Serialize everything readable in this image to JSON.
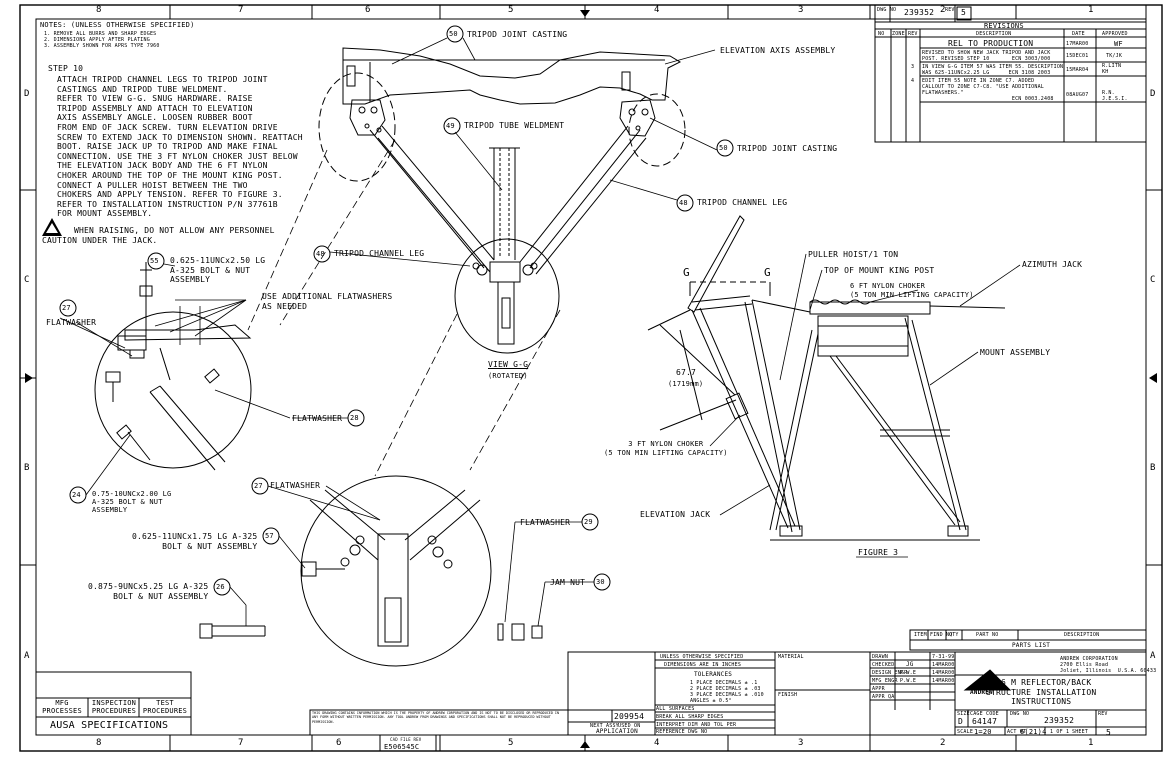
{
  "sheet": {
    "zone_cols_top": [
      "8",
      "7",
      "6",
      "5",
      "4",
      "3",
      "2",
      "1"
    ],
    "zone_rows_side": [
      "D",
      "C",
      "B",
      "A"
    ],
    "zone_cols_bottom": [
      "8",
      "7",
      "6",
      "5",
      "4",
      "3",
      "2",
      "1"
    ]
  },
  "notes": {
    "title": "NOTES: (UNLESS OTHERWISE SPECIFIED)",
    "lines": [
      "1. REMOVE ALL BURRS AND SHARP EDGES",
      "2. DIMENSIONS APPLY AFTER PLATING",
      "3. ASSEMBLY SHOWN FOR APRS TYPE 7960"
    ]
  },
  "step": {
    "heading": "STEP 10",
    "body": "ATTACH TRIPOD CHANNEL LEGS TO TRIPOD JOINT\nCASTINGS AND TRIPOD TUBE WELDMENT.\nREFER TO VIEW G-G. SNUG HARDWARE. RAISE\nTRIPOD ASSEMBLY AND ATTACH TO ELEVATION\nAXIS ASSEMBLY ANGLE. LOOSEN RUBBER BOOT\nFROM END OF JACK SCREW. TURN ELEVATION DRIVE\nSCREW TO EXTEND JACK TO DIMENSION SHOWN. REATTACH\nBOOT. RAISE JACK UP TO TRIPOD AND MAKE FINAL\nCONNECTION. USE THE 3 FT NYLON CHOKER JUST BELOW\nTHE ELEVATION JACK BODY AND THE 6 FT NYLON\nCHOKER AROUND THE TOP OF THE MOUNT KING POST.\nCONNECT A PULLER HOIST BETWEEN THE TWO\nCHOKERS AND APPLY TENSION. REFER TO FIGURE 3.\nREFER TO INSTALLATION INSTRUCTION P/N 37761B\nFOR MOUNT ASSEMBLY.",
    "warning": "WHEN RAISING, DO NOT ALLOW ANY PERSONNEL\nCAUTION UNDER THE JACK."
  },
  "callouts": {
    "tripod_joint_casting_top": {
      "num": "50",
      "label": "TRIPOD JOINT CASTING"
    },
    "elevation_axis": "ELEVATION AXIS ASSEMBLY",
    "tripod_tube": {
      "num": "49",
      "label": "TRIPOD TUBE WELDMENT"
    },
    "tripod_joint_casting_right": {
      "num": "50",
      "label": "TRIPOD JOINT CASTING"
    },
    "tripod_channel_right": {
      "num": "48",
      "label": "TRIPOD CHANNEL LEG"
    },
    "tripod_channel_left": {
      "num": "48",
      "label": "TRIPOD CHANNEL LEG"
    },
    "view": {
      "title": "VIEW G-G",
      "sub": "(ROTATED)"
    },
    "bolt55": {
      "num": "55",
      "label": "0.625-11UNCx2.50 LG\nA-325 BOLT & NUT\nASSEMBLY"
    },
    "flatwashers": "USE ADDITIONAL FLATWASHERS\nAS NEEDED",
    "flatwasher27a": {
      "num": "27",
      "label": "FLATWASHER"
    },
    "flatwasher28": {
      "num": "28",
      "label": "FLATWASHER"
    },
    "bolt24": {
      "num": "24",
      "label": "0.75-10UNCx2.00 LG\nA-325 BOLT & NUT\nASSEMBLY"
    },
    "flatwasher27b": {
      "num": "27",
      "label": "FLATWASHER"
    },
    "bolt57": {
      "num": "57",
      "label": "0.625-11UNCx1.75 LG A-325\nBOLT & NUT ASSEMBLY"
    },
    "bolt26": {
      "num": "26",
      "label": "0.875-9UNCx5.25 LG A-325\nBOLT & NUT ASSEMBLY"
    },
    "flatwasher29": {
      "num": "29",
      "label": "FLATWASHER"
    },
    "jamnut30": {
      "num": "30",
      "label": "JAM NUT"
    },
    "puller": "PULLER HOIST/1 TON",
    "kingpost": "TOP OF MOUNT KING POST",
    "azimuth": "AZIMUTH JACK",
    "choker6": "6 FT NYLON CHOKER\n(5 TON MIN LIFTING CAPACITY)",
    "mount": "MOUNT ASSEMBLY",
    "dim": {
      "value": "67.7",
      "metric": "(1719mm)"
    },
    "choker3": "3 FT NYLON CHOKER\n(5 TON MIN LIFTING CAPACITY)",
    "elevation_jack": "ELEVATION JACK",
    "figure": "FIGURE 3",
    "g1": "G",
    "g2": "G"
  },
  "revisions": {
    "dwg_no_label": "DWG NO",
    "dwg_no": "239352",
    "rev_label": "REV",
    "rev": "5",
    "title": "REVISIONS",
    "headers": [
      "NO",
      "ZONE",
      "REV",
      "DESCRIPTION",
      "DATE",
      "APPROVED"
    ],
    "rows": [
      {
        "rev": "",
        "desc": "REL TO PRODUCTION",
        "date": "17MAR00",
        "appr": "WF"
      },
      {
        "rev": "",
        "desc": "REVISED TO SHOW NEW JACK TRIPOD AND JACK\nPOST. REVISED STEP 10       ECN 3003/000",
        "date": "15DEC01",
        "appr": "TK/JK"
      },
      {
        "rev": "3",
        "desc": "IN VIEW G-G ITEM 57 WAS ITEM 55. DESCRIPTION\nWAS 625-11UNCx2.25 LG      ECN 3108 2003",
        "date": "15MAR04",
        "appr": "R.LITN\nKH"
      },
      {
        "rev": "4",
        "desc": "EDIT ITEM 55 NOTE IN ZONE C7. ADDED\nCALLOUT TO ZONE C7-C8. \"USE ADDITIONAL\nFLATWASHERS.\"\n                            ECN 0003.2408",
        "date": "08AUG07",
        "appr": "R.N.\nJ.E.S.I."
      }
    ]
  },
  "parts_list": {
    "title": "PARTS LIST",
    "cols": [
      "ITEM",
      "FIND NO",
      "QTY",
      "PART NO",
      "DESCRIPTION"
    ]
  },
  "title_block": {
    "company": "ANDREW CORPORATION",
    "address": "2700 Ellis Road\nJoliet, Illinois  U.S.A. 60433",
    "logo": "ANDREW",
    "title": "5.6 M REFLECTOR/BACK\nSTRUCTURE INSTALLATION\nINSTRUCTIONS",
    "size_label": "SIZE",
    "size": "D",
    "cage_label": "CAGE CODE",
    "cage": "64147",
    "dwg_label": "DWG NO",
    "dwg": "239352",
    "scale_label": "SCALE",
    "scale": "1=20",
    "weight_label": "ACT WT",
    "weight": "6(21)4",
    "sheet_label": "SHEET",
    "sheet": "1 OF 1",
    "rev_label": "REV",
    "rev": "5",
    "roles": [
      "DRAWN",
      "CHECKED",
      "DESIGN ENGR",
      "MFG ENGR",
      "APPR",
      "APPR QA"
    ],
    "names": [
      "",
      "JG",
      "P.W.E",
      "P.W.E",
      "",
      ""
    ],
    "dates": [
      "7-31-99",
      "14MAR00",
      "14MAR00",
      "14MAR00",
      "",
      ""
    ]
  },
  "tolerances": {
    "head1": "UNLESS OTHERWISE SPECIFIED",
    "head2": "DIMENSIONS ARE IN INCHES",
    "title": "TOLERANCES",
    "lines": "1 PLACE DECIMALS ± .1\n2 PLACE DECIMALS ± .03\n3 PLACE DECIMALS ± .010\nANGLES ± 0.5°",
    "material": "MATERIAL",
    "finish": "FINISH",
    "all_surfaces": "ALL SURFACES",
    "break": "BREAK ALL SHARP EDGES",
    "interp": "INTERPRET DIM AND TOL PER",
    "ref": "REFERENCE DWG NO"
  },
  "application": {
    "next_assy": "209954",
    "next_label": "NEXT ASSY",
    "used_on": "USED ON",
    "label": "APPLICATION"
  },
  "cad": {
    "label": "CAD FILE REV",
    "value": "E506545C"
  },
  "specs": {
    "mfg": "MFG\nPROCESSES",
    "insp": "INSPECTION\nPROCEDURES",
    "test": "TEST\nPROCEDURES",
    "ausa": "AUSA SPECIFICATIONS"
  },
  "proprietary": "THIS DRAWING CONTAINS INFORMATION WHICH IS THE PROPERTY OF ANDREW CORPORATION AND IS NOT TO BE DISCLOSED OR REPRODUCED IN ANY FORM WITHOUT WRITTEN PERMISSION. ANY TOOL ANDREW FROM DRAWINGS AND SPECIFICATIONS SHALL NOT BE REPRODUCED WITHOUT PERMISSION."
}
